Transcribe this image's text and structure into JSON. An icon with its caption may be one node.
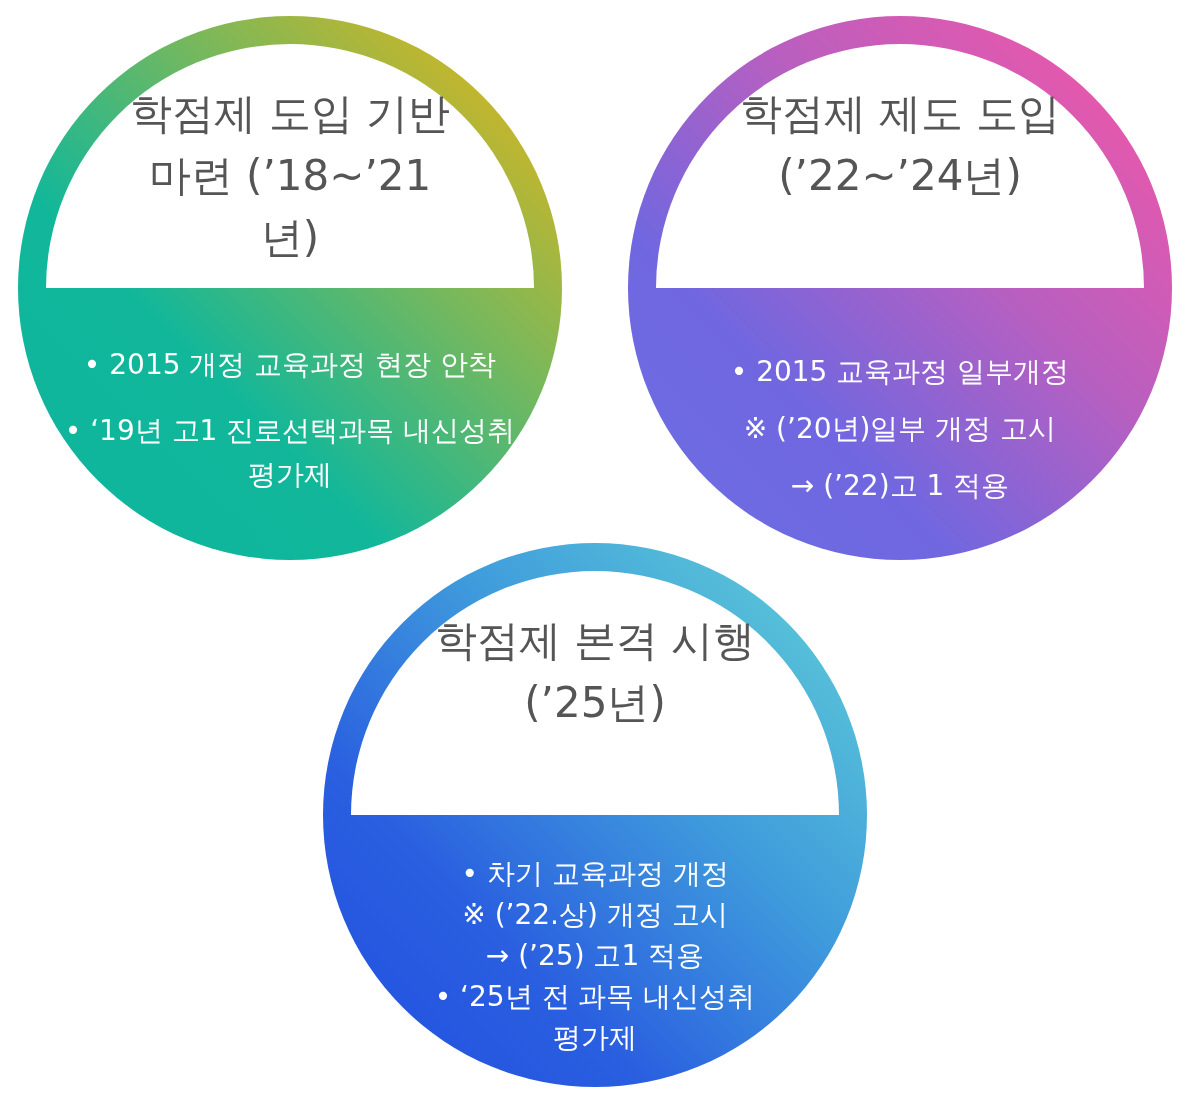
{
  "diagram": {
    "nodes": [
      {
        "text": [
          "학점제 도입 기반 마련 (’18~’21년)",
          "• 2015 개정 교육과정 현장 안착",
          "• ‘19년 고1 진로선택과목 내신성취평가제"
        ]
      },
      {
        "text": [
          "학점제 제도 도입 (’22~’24년)",
          "• 2015 교육과정 일부개정",
          "※ (’20년)일부 개정 고시",
          "→ (’22)고 1 적용"
        ]
      },
      {
        "text": [
          "학점제 본격 시행 (’25년)",
          "• 차기 교육과정 개정",
          "※ (’22.상) 개정 고시",
          "→ (’25) 고1 적용",
          "• ‘25년 전 과목 내신성취평가제"
        ]
      }
    ]
  }
}
